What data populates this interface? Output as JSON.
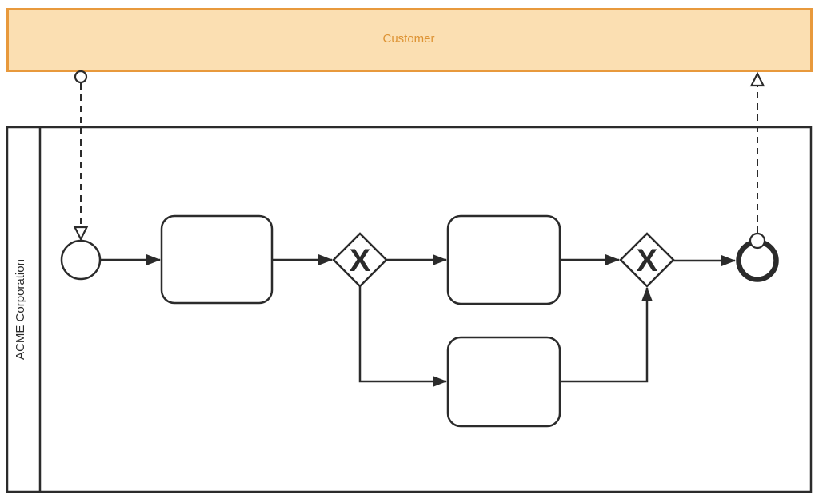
{
  "diagram": {
    "type": "bpmn-collaboration",
    "pools": {
      "customer": {
        "label": "Customer",
        "collapsed": true
      },
      "acme": {
        "label": "ACME Corporation",
        "collapsed": false
      }
    },
    "nodes": {
      "start_event": {
        "kind": "start-event",
        "label": ""
      },
      "task_1": {
        "kind": "task",
        "label": ""
      },
      "gateway_1": {
        "kind": "exclusive-gateway",
        "marker": "X"
      },
      "task_2": {
        "kind": "task",
        "label": ""
      },
      "task_3": {
        "kind": "task",
        "label": ""
      },
      "gateway_2": {
        "kind": "exclusive-gateway",
        "marker": "X"
      },
      "end_event": {
        "kind": "end-event",
        "label": ""
      }
    },
    "sequence_flows": [
      {
        "from": "start_event",
        "to": "task_1"
      },
      {
        "from": "task_1",
        "to": "gateway_1"
      },
      {
        "from": "gateway_1",
        "to": "task_2"
      },
      {
        "from": "task_2",
        "to": "gateway_2"
      },
      {
        "from": "gateway_2",
        "to": "end_event"
      },
      {
        "from": "gateway_1",
        "to": "task_3"
      },
      {
        "from": "task_3",
        "to": "gateway_2"
      }
    ],
    "message_flows": [
      {
        "from": "customer_pool",
        "to": "start_event",
        "style": "dashed"
      },
      {
        "from": "end_event",
        "to": "customer_pool",
        "style": "dashed"
      }
    ],
    "colors": {
      "customer_fill": "#FBDFB2",
      "customer_stroke": "#E8993C",
      "customer_text": "#DD9232",
      "ink": "#2B2B2B",
      "background": "#FFFFFF"
    }
  }
}
